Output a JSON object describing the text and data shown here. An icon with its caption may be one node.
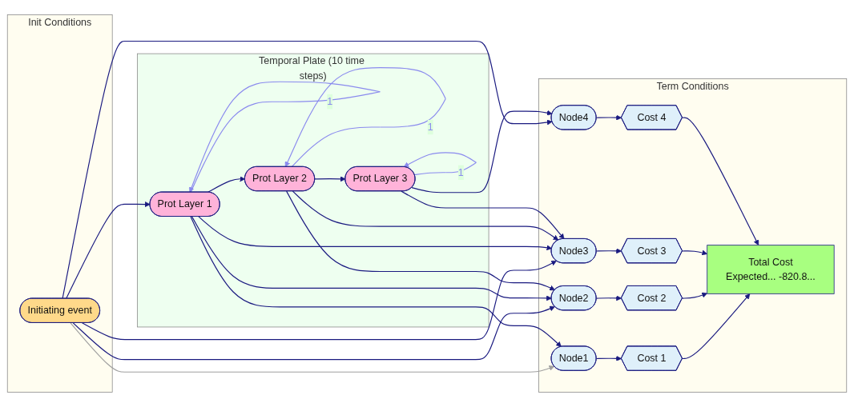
{
  "diagram": {
    "nodes": [
      {
        "text": [
          "Init Conditions"
        ]
      },
      {
        "text": [
          "Temporal Plate (10 time steps)"
        ]
      },
      {
        "text": [
          "Term Conditions"
        ]
      },
      {
        "text": [
          "Initiating event"
        ],
        "in": 0
      },
      {
        "text": [
          "Prot Layer 1"
        ],
        "in": 1
      },
      {
        "text": [
          "Prot Layer 2"
        ],
        "in": 1
      },
      {
        "text": [
          "Prot Layer 3"
        ],
        "in": 1
      },
      {
        "text": [
          "Node1"
        ],
        "in": 2
      },
      {
        "text": [
          "Node2"
        ],
        "in": 2
      },
      {
        "text": [
          "Node3"
        ],
        "in": 2
      },
      {
        "text": [
          "Node4"
        ],
        "in": 2
      },
      {
        "text": [
          "Cost 1"
        ],
        "in": 2
      },
      {
        "text": [
          "Cost 2"
        ],
        "in": 2
      },
      {
        "text": [
          "Cost 3"
        ],
        "in": 2
      },
      {
        "text": [
          "Cost 4"
        ],
        "in": 2
      },
      {
        "text": [
          "Total Cost",
          "Expected... -820.8..."
        ],
        "in": 2
      }
    ],
    "edges": [
      {
        "from": 3,
        "to": 4,
        "arrow": "to"
      },
      {
        "from": 3,
        "to": 7,
        "arrow": "to",
        "color": "#a0a0a0"
      },
      {
        "from": 3,
        "to": 8,
        "arrow": "to"
      },
      {
        "from": 3,
        "to": 9,
        "arrow": "to"
      },
      {
        "from": 3,
        "to": 10,
        "arrow": "to"
      },
      {
        "from": 4,
        "to": 4,
        "arrow": "to",
        "label": "1",
        "color": "#8a8aee"
      },
      {
        "from": 4,
        "to": 5,
        "arrow": "to"
      },
      {
        "from": 4,
        "to": 7,
        "arrow": "to"
      },
      {
        "from": 4,
        "to": 8,
        "arrow": "to"
      },
      {
        "from": 4,
        "to": 9,
        "arrow": "to"
      },
      {
        "from": 5,
        "to": 5,
        "arrow": "to",
        "label": "1",
        "color": "#8a8aee"
      },
      {
        "from": 5,
        "to": 6,
        "arrow": "to"
      },
      {
        "from": 5,
        "to": 8,
        "arrow": "to"
      },
      {
        "from": 5,
        "to": 9,
        "arrow": "to"
      },
      {
        "from": 6,
        "to": 6,
        "arrow": "to",
        "label": "1",
        "color": "#8a8aee"
      },
      {
        "from": 6,
        "to": 9,
        "arrow": "to"
      },
      {
        "from": 6,
        "to": 10,
        "arrow": "to"
      },
      {
        "from": 7,
        "to": 11,
        "arrow": "to"
      },
      {
        "from": 8,
        "to": 12,
        "arrow": "to"
      },
      {
        "from": 9,
        "to": 13,
        "arrow": "to"
      },
      {
        "from": 10,
        "to": 14,
        "arrow": "to"
      },
      {
        "from": 11,
        "to": 15,
        "arrow": "to"
      },
      {
        "from": 12,
        "to": 15,
        "arrow": "to"
      },
      {
        "from": 13,
        "to": 15,
        "arrow": "to"
      },
      {
        "from": 14,
        "to": 15,
        "arrow": "to"
      }
    ]
  }
}
